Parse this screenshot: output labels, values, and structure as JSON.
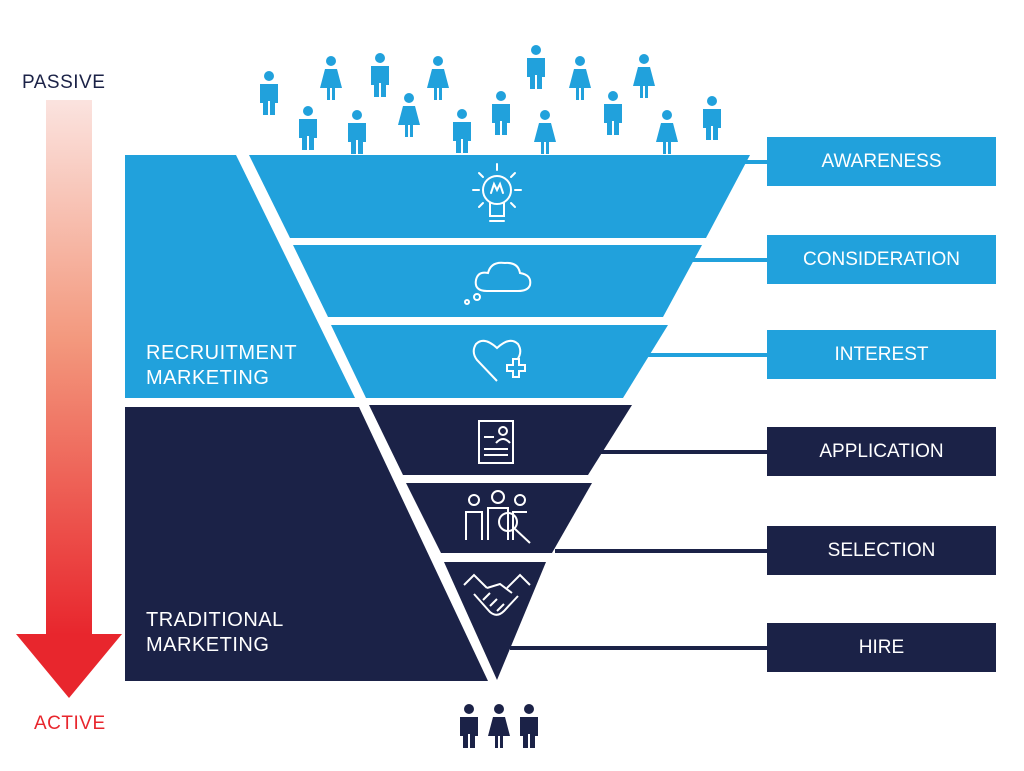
{
  "axis": {
    "top_label": "PASSIVE",
    "bottom_label": "ACTIVE",
    "top_color": "#1b2247",
    "bottom_color": "#e8262d"
  },
  "sections": [
    {
      "key": "recruitment",
      "label_line1": "RECRUITMENT",
      "label_line2": "MARKETING",
      "color": "#21a1dc"
    },
    {
      "key": "traditional",
      "label_line1": "TRADITIONAL",
      "label_line2": "MARKETING",
      "color": "#1b2247"
    }
  ],
  "stages": [
    {
      "label": "AWARENESS",
      "icon": "lightbulb-icon",
      "section": "recruitment"
    },
    {
      "label": "CONSIDERATION",
      "icon": "thought-cloud-icon",
      "section": "recruitment"
    },
    {
      "label": "INTEREST",
      "icon": "heart-plus-icon",
      "section": "recruitment"
    },
    {
      "label": "APPLICATION",
      "icon": "resume-document-icon",
      "section": "traditional"
    },
    {
      "label": "SELECTION",
      "icon": "group-magnifier-icon",
      "section": "traditional"
    },
    {
      "label": "HIRE",
      "icon": "handshake-icon",
      "section": "traditional"
    }
  ],
  "people": {
    "top_crowd_icon": "person-icon",
    "bottom_group_icon": "person-icon"
  }
}
